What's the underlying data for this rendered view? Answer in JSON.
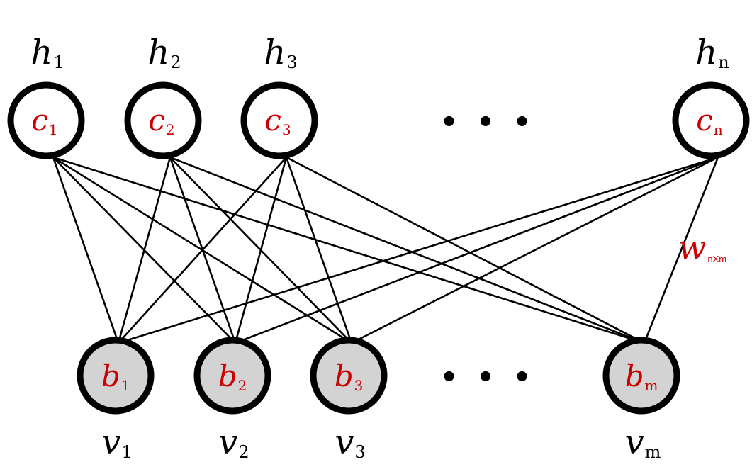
{
  "colors": {
    "node_label": "#cc0000",
    "variable_label": "#000000",
    "edge": "#000000",
    "hidden_fill": "#ffffff",
    "visible_fill": "#d3d3d3"
  },
  "hidden_layer": [
    {
      "var": "h",
      "var_sub": "1",
      "bias": "c",
      "bias_sub": "1"
    },
    {
      "var": "h",
      "var_sub": "2",
      "bias": "c",
      "bias_sub": "2"
    },
    {
      "var": "h",
      "var_sub": "3",
      "bias": "c",
      "bias_sub": "3"
    },
    {
      "var": "h",
      "var_sub": "n",
      "bias": "c",
      "bias_sub": "n"
    }
  ],
  "visible_layer": [
    {
      "var": "v",
      "var_sub": "1",
      "bias": "b",
      "bias_sub": "1"
    },
    {
      "var": "v",
      "var_sub": "2",
      "bias": "b",
      "bias_sub": "2"
    },
    {
      "var": "v",
      "var_sub": "3",
      "bias": "b",
      "bias_sub": "3"
    },
    {
      "var": "v",
      "var_sub": "m",
      "bias": "b",
      "bias_sub": "m"
    }
  ],
  "ellipsis": "• • •",
  "weight_label": {
    "main": "w",
    "sub": "nXm"
  }
}
